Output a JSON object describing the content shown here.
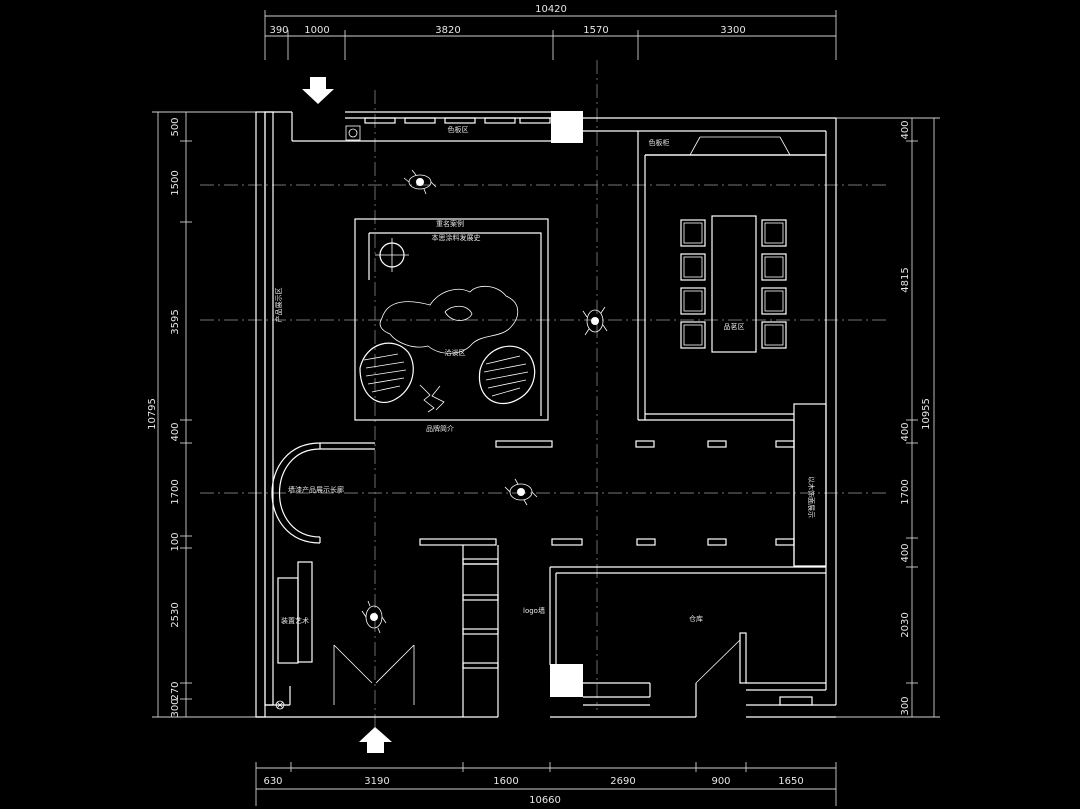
{
  "dimensions": {
    "top_total": "10420",
    "top": [
      "390",
      "1000",
      "3820",
      "1570",
      "3300"
    ],
    "bottom_total": "10660",
    "bottom": [
      "630",
      "3190",
      "1600",
      "2690",
      "900",
      "1650"
    ],
    "left_total": "10795",
    "left": [
      "500",
      "1500",
      "3595",
      "400",
      "1700",
      "100",
      "2530",
      "270",
      "300"
    ],
    "right_total": "10955",
    "right": [
      "400",
      "4815",
      "400",
      "1700",
      "400",
      "2030",
      "300"
    ]
  },
  "labels": {
    "color_board_area": "色板区",
    "color_board_cabinet": "色板柜",
    "honor_cases": "重名案例",
    "history": "本思涂料发展史",
    "negotiation_area": "洽谈区",
    "brand_intro": "品牌简介",
    "product_display_area": "产品展示区",
    "tasting_area": "品茗区",
    "long_corridor": "墙漆产品展示长廊",
    "installation_art": "装置艺术",
    "logo_wall": "logo墙",
    "warehouse": "仓库",
    "vertical_display": "以木饰面展示"
  }
}
